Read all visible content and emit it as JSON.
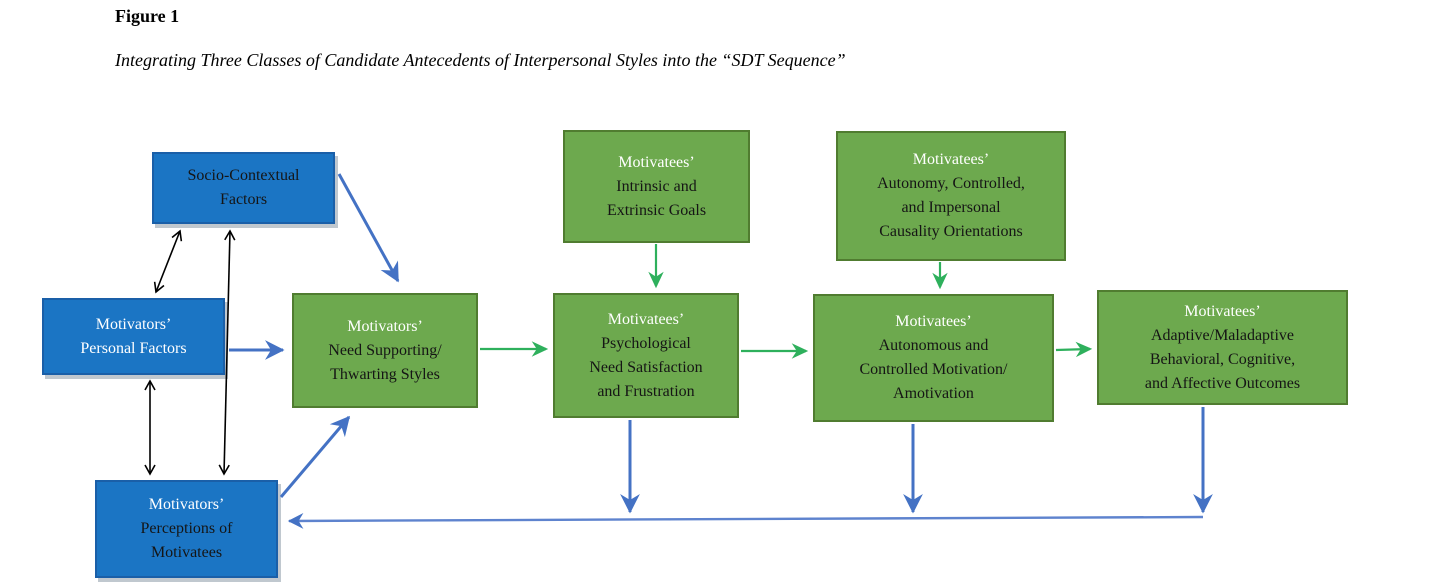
{
  "title": "Figure 1",
  "caption": "Integrating Three Classes of Candidate Antecedents of Interpersonal Styles into the “SDT Sequence”",
  "colors": {
    "blue_box_fill": "#1B75C4",
    "blue_box_border": "#1A5FA8",
    "green_box_fill": "#6DA94E",
    "green_box_border": "#507C30",
    "arrow_blue": "#4472C4",
    "arrow_blue_light": "#5E83CE",
    "arrow_green": "#2EB05C",
    "arrow_black": "#000000",
    "text_white": "#FFFFFF",
    "text_dark": "#151515"
  },
  "nodes": {
    "socio_contextual": {
      "lines": [
        "Socio-Contextual",
        "Factors"
      ]
    },
    "personal_factors": {
      "lines": [
        "Motivators’",
        "Personal Factors"
      ]
    },
    "perceptions": {
      "lines": [
        "Motivators’",
        "Perceptions of",
        "Motivatees"
      ]
    },
    "need_styles": {
      "lines": [
        "Motivators’",
        "Need Supporting/",
        "Thwarting Styles"
      ]
    },
    "goals": {
      "lines": [
        "Motivatees’",
        "Intrinsic and",
        "Extrinsic Goals"
      ]
    },
    "psych_needs": {
      "lines": [
        "Motivatees’",
        "Psychological",
        "Need Satisfaction",
        "and Frustration"
      ]
    },
    "causality": {
      "lines": [
        "Motivatees’",
        "Autonomy, Controlled,",
        "and Impersonal",
        "Causality Orientations"
      ]
    },
    "motivation": {
      "lines": [
        "Motivatees’",
        "Autonomous and",
        "Controlled Motivation/",
        "Amotivation"
      ]
    },
    "outcomes": {
      "lines": [
        "Motivatees’",
        "Adaptive/Maladaptive",
        "Behavioral, Cognitive,",
        "and Affective Outcomes"
      ]
    }
  }
}
